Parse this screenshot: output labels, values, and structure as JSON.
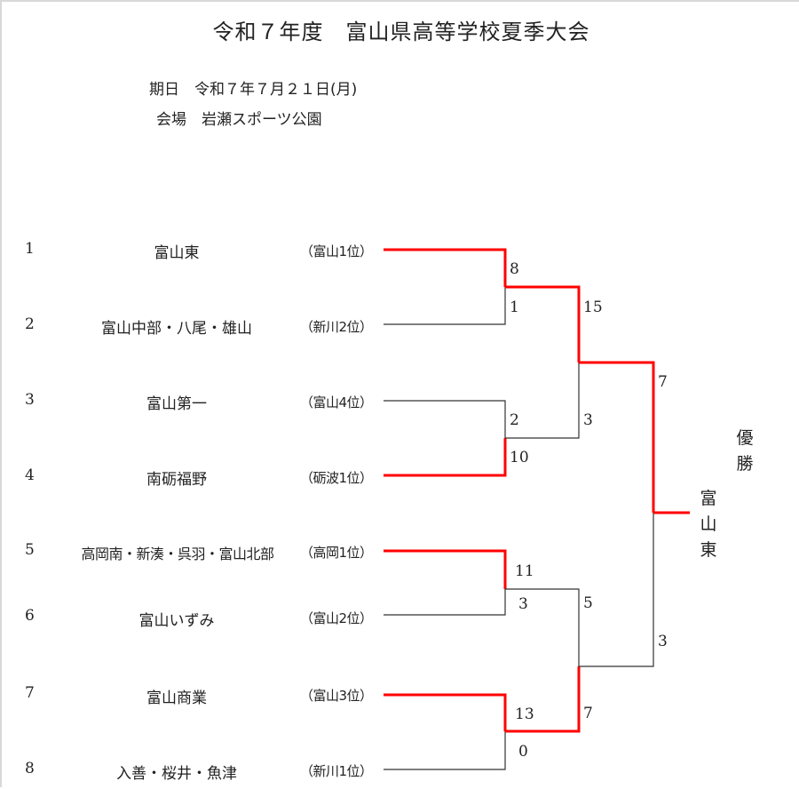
{
  "header": {
    "title_era": "令和７年度",
    "title_event": "富山県高等学校夏季大会",
    "date_label": "期日",
    "date_value": "令和７年７月２１日(月)",
    "venue_label": "会場",
    "venue_value": "岩瀬スポーツ公園"
  },
  "teams": [
    {
      "seed": "1",
      "name": "富山東",
      "qualifier": "（富山1位）"
    },
    {
      "seed": "2",
      "name": "富山中部・八尾・雄山",
      "qualifier": "（新川2位）"
    },
    {
      "seed": "3",
      "name": "富山第一",
      "qualifier": "（富山4位）"
    },
    {
      "seed": "4",
      "name": "南砺福野",
      "qualifier": "（砺波1位）"
    },
    {
      "seed": "5",
      "name": "高岡南・新湊・呉羽・富山北部",
      "qualifier": "（高岡1位）"
    },
    {
      "seed": "6",
      "name": "富山いずみ",
      "qualifier": "（富山2位）"
    },
    {
      "seed": "7",
      "name": "富山商業",
      "qualifier": "（富山3位）"
    },
    {
      "seed": "8",
      "name": "入善・桜井・魚津",
      "qualifier": "（新川1位）"
    }
  ],
  "round1": [
    {
      "top_score": "8",
      "bottom_score": "1",
      "winner": "top"
    },
    {
      "top_score": "2",
      "bottom_score": "10",
      "winner": "bottom"
    },
    {
      "top_score": "11",
      "bottom_score": "3",
      "winner": "top"
    },
    {
      "top_score": "13",
      "bottom_score": "0",
      "winner": "top"
    }
  ],
  "round2": [
    {
      "top_score": "15",
      "bottom_score": "3",
      "winner": "top"
    },
    {
      "top_score": "5",
      "bottom_score": "7",
      "winner": "bottom"
    }
  ],
  "final": {
    "top_score": "7",
    "bottom_score": "3",
    "winner": "top"
  },
  "champion": {
    "label_chars": [
      "優",
      "勝"
    ],
    "name_chars": [
      "富",
      "山",
      "東"
    ]
  },
  "colors": {
    "winner_line": "#ff0000",
    "loser_line": "#333333"
  }
}
